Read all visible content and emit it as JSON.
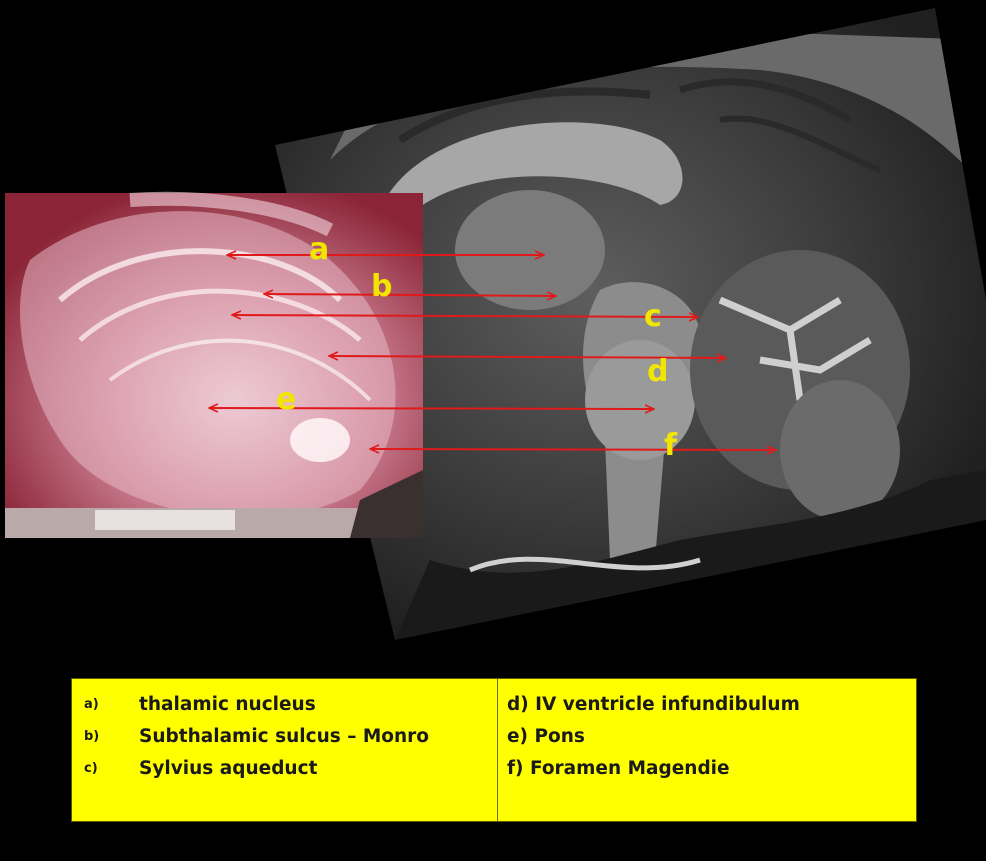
{
  "labels": [
    "a",
    "b",
    "c",
    "d",
    "e",
    "f"
  ],
  "legend": {
    "left": [
      {
        "marker": "a)",
        "text": "thalamic nucleus"
      },
      {
        "marker": "b)",
        "text": "Subthalamic sulcus – Monro"
      },
      {
        "marker": "c)",
        "text": "Sylvius aqueduct"
      }
    ],
    "right": [
      {
        "text": "d) IV ventricle infundibulum"
      },
      {
        "text": "e) Pons"
      },
      {
        "text": "f) Foramen Magendie"
      }
    ]
  },
  "colors": {
    "background": "#000000",
    "arrow": "#e01a1a",
    "label": "#f2e600",
    "legend_bg": "#ffff00",
    "legend_text": "#1a1a1a"
  }
}
